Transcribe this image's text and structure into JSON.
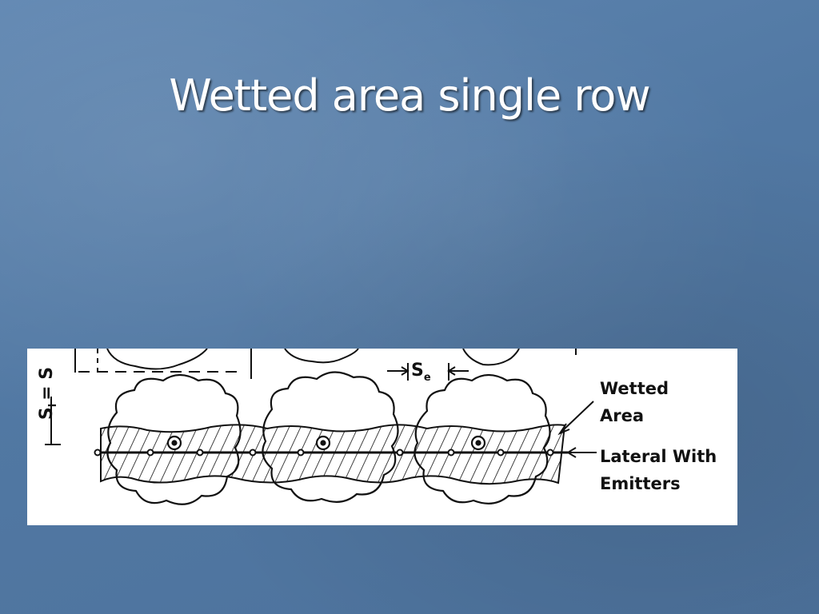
{
  "slide": {
    "title": "Wetted area single row"
  },
  "diagram": {
    "labels": {
      "wetted_area_line1": "Wetted",
      "wetted_area_line2": "Area",
      "lateral_line1": "Lateral With",
      "lateral_line2": "Emitters"
    },
    "dimensions": {
      "emitter_spacing_symbol": "S",
      "emitter_spacing_sub": "e",
      "lateral_spacing_symbol": "S",
      "lateral_spacing_sub": "l",
      "lateral_spacing_suffix": "= S"
    }
  }
}
